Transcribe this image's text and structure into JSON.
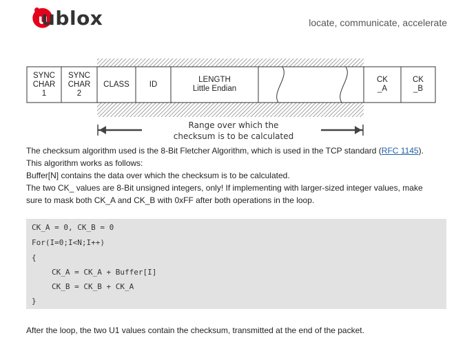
{
  "header": {
    "logo_text": "ublox",
    "tagline": "locate, communicate, accelerate",
    "brand_color": "#e5001c"
  },
  "diagram": {
    "fields": [
      {
        "label": "SYNC\nCHAR\n1"
      },
      {
        "label": "SYNC\nCHAR\n2"
      },
      {
        "label": "CLASS"
      },
      {
        "label": "ID"
      },
      {
        "label": "LENGTH\nLittle Endian"
      },
      {
        "label": "CK\n_A"
      },
      {
        "label": "CK\n_B"
      }
    ],
    "range_label": "Range over which the\nchecksum is to be calculated"
  },
  "body": {
    "line1_pre": "The checksum algorithm used is the 8-Bit Fletcher Algorithm, which is used in the TCP standard (",
    "rfc_link": "RFC 1145",
    "line1_post": ").",
    "line2": "This algorithm works as follows:",
    "line3": "Buffer[N] contains the data over which the checksum is to be calculated.",
    "line4": "The two CK_ values are 8-Bit unsigned integers, only! If implementing with larger-sized integer values, make",
    "line5": "sure to mask both CK_A and CK_B with 0xFF after both operations in the loop.",
    "footer": "After the loop, the two U1 values contain the checksum, transmitted at the end of the packet."
  },
  "code": {
    "lines": [
      "CK_A = 0, CK_B = 0",
      "For(I=0;I<N;I++)",
      "{",
      "CK_A = CK_A + Buffer[I]",
      "CK_B = CK_B + CK_A",
      "}"
    ]
  }
}
